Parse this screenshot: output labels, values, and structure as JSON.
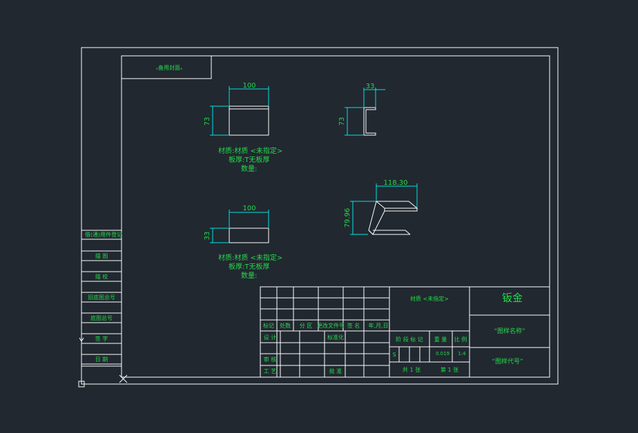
{
  "colors": {
    "background": "#212830",
    "line": "#ffffff",
    "dimension": "#00e5e5",
    "text": "#25d94a"
  },
  "drawing": {
    "corner_label": "ₓ备用封面ₓ",
    "dims": {
      "top_left_width": "100",
      "top_left_height": "73",
      "top_right_width": "33",
      "top_right_height": "73",
      "bottom_left_width": "100",
      "bottom_left_height": "33",
      "iso_width": "118.30",
      "iso_height": "79.96"
    },
    "notes_1": [
      "材质:材质 <未指定>",
      "板厚:T无板厚",
      "数量:"
    ],
    "notes_2": [
      "材质:材质 <未指定>",
      "板厚:T无板厚",
      "数量:"
    ]
  },
  "left_strip": [
    "借(通)用件登记",
    "描  图",
    "描  校",
    "旧底图总号",
    "底图总号",
    "签  字",
    "日  期"
  ],
  "title_block": {
    "rev_headers": [
      "标记",
      "处数",
      "分 区",
      "更改文件号",
      "签 名",
      "年,月,日"
    ],
    "row_design": [
      "设 计",
      "标准化"
    ],
    "row_review": "审 核",
    "row_process": "工 艺",
    "approve": "批 准",
    "material": "材质 <未指定>",
    "stage_label": "阶 段 标 记",
    "weight_label": "重 量",
    "scale_label": "比 例",
    "stage_value": "S",
    "weight_value": "0.019",
    "scale_value": "1:4",
    "sheets_total": "共 1 张",
    "sheet_no": "第 1 张",
    "company": "钣金",
    "drawing_name": "“图样名称”",
    "drawing_code": "“图样代号”"
  }
}
